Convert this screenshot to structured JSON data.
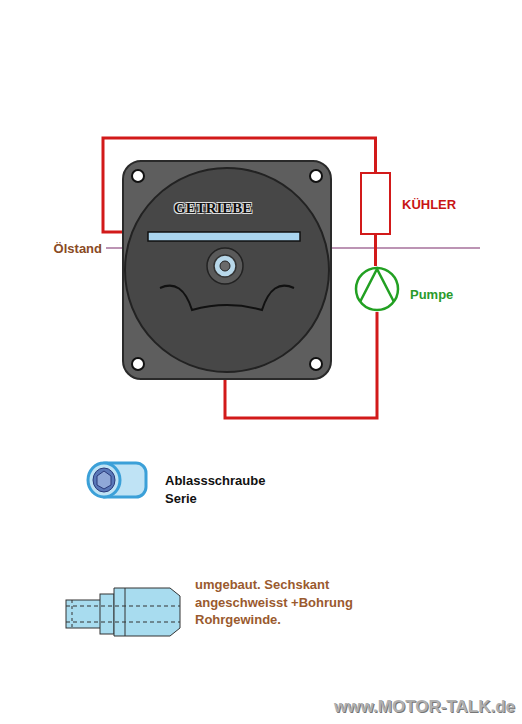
{
  "diagram": {
    "nodes": [
      {
        "text": [
          "GETRIEBE"
        ]
      },
      {
        "text": [
          "KÜHLER"
        ]
      },
      {
        "text": [
          "Pumpe"
        ]
      }
    ],
    "edges": [
      {
        "from": 0,
        "to": 1,
        "arrow": "none"
      },
      {
        "from": 1,
        "to": 2,
        "arrow": "none"
      },
      {
        "from": 2,
        "to": 0,
        "arrow": "none"
      }
    ],
    "labels": [
      "Ölstand",
      "Ablassschraube Serie",
      "umgebaut. Sechskant angeschweisst +Bohrung Rohrgewinde.",
      "www.MOTOR-TALK.de"
    ]
  }
}
